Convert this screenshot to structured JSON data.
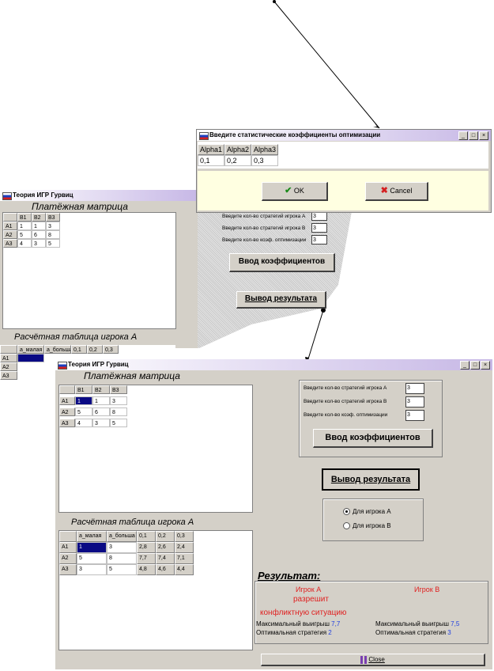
{
  "dialog": {
    "title": "Введите статистические коэффициенты оптимизации",
    "headers": [
      "Alpha1",
      "Alpha2",
      "Alpha3"
    ],
    "values": [
      "0,1",
      "0,2",
      "0,3"
    ],
    "ok_label": "OK",
    "cancel_label": "Cancel"
  },
  "small_window": {
    "title": "Теория ИГР Гурвиц",
    "matrix_title": "Платёжная матрица",
    "matrix_cols": [
      "B1",
      "B2",
      "B3"
    ],
    "matrix_rows": [
      {
        "label": "A1",
        "values": [
          "1",
          "1",
          "3"
        ]
      },
      {
        "label": "A2",
        "values": [
          "5",
          "6",
          "8"
        ]
      },
      {
        "label": "A3",
        "values": [
          "4",
          "3",
          "5"
        ]
      }
    ],
    "label_a": "Введите кол-во стратегий игрока А",
    "label_b": "Введите кол-во стратегий игрока В",
    "label_k": "Введите кол-во коэф. оптимизации",
    "value_a": "3",
    "value_b": "3",
    "value_k": "3",
    "coef_button": "Ввод коэффициентов",
    "result_button": "Вывод результата",
    "calc_title": "Расчётная таблица игрока А",
    "calc_cols": [
      "а_малая",
      "а_больша",
      "0,1",
      "0,2",
      "0,3"
    ],
    "calc_rows": [
      "A1",
      "A2",
      "A3"
    ]
  },
  "main_window": {
    "title": "Теория ИГР Гурвиц",
    "matrix_title": "Платёжная матрица",
    "matrix_cols": [
      "B1",
      "B2",
      "B3"
    ],
    "matrix_rows": [
      {
        "label": "A1",
        "values": [
          "1",
          "1",
          "3"
        ]
      },
      {
        "label": "A2",
        "values": [
          "5",
          "6",
          "8"
        ]
      },
      {
        "label": "A3",
        "values": [
          "4",
          "3",
          "5"
        ]
      }
    ],
    "label_a": "Введите кол-во стратегий игрока А",
    "label_b": "Введите кол-во стратегий игрока В",
    "label_k": "Введите кол-во коэф. оптимизации",
    "value_a": "3",
    "value_b": "3",
    "value_k": "3",
    "coef_button": "Ввод коэффициентов",
    "result_button": "Вывод результата",
    "radio_a": "Для игрока А",
    "radio_b": "Для игрока В",
    "calc_title": "Расчётная таблица игрока А",
    "calc_cols": [
      "а_малая",
      "а_больша",
      "0,1",
      "0,2",
      "0,3"
    ],
    "calc_rows": [
      {
        "label": "A1",
        "values": [
          "1",
          "3",
          "2,8",
          "2,6",
          "2,4"
        ]
      },
      {
        "label": "A2",
        "values": [
          "5",
          "8",
          "7,7",
          "7,4",
          "7,1"
        ]
      },
      {
        "label": "A3",
        "values": [
          "3",
          "5",
          "4,8",
          "4,6",
          "4,4"
        ]
      }
    ],
    "result_title": "Результат:",
    "player_a": "Игрок А",
    "player_b": "Игрок В",
    "resolve_word": "разрешит",
    "conflict_text": "конфликтную ситуацию",
    "max_win_label": "Максимальный выигрыш",
    "opt_strategy_label": "Оптимальная стратегия",
    "max_win_a": "7,7",
    "opt_strategy_a": "2",
    "max_win_b": "7,5",
    "opt_strategy_b": "3",
    "close_label": "Close"
  },
  "colors": {
    "selection": "#0a0a84",
    "result_red": "#e02020",
    "result_blue": "#2040e0",
    "window_face": "#d4d0c8"
  }
}
